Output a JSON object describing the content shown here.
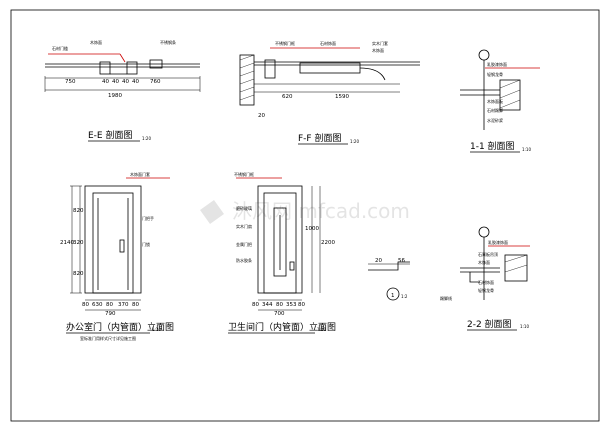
{
  "drawing": {
    "watermark": "沐风网 mfcad.com"
  },
  "ee": {
    "title": "E-E 剖面图",
    "scale": "1:20",
    "dims": [
      "750",
      "40",
      "40",
      "40",
      "40",
      "760"
    ],
    "total": "1980",
    "notes": [
      "石材门槛",
      "木饰面",
      "不锈钢条"
    ]
  },
  "ff": {
    "title": "F-F 剖面图",
    "scale": "1:20",
    "dims": [
      "20",
      "620",
      "1590"
    ],
    "notes": [
      "不锈钢门框",
      "石材饰面",
      "实木门套",
      "木饰面"
    ]
  },
  "s11": {
    "title": "1-1 剖面图",
    "scale": "1:10",
    "notes": [
      "乳胶漆饰面",
      "轻钢龙骨",
      "木饰面板",
      "石材踢脚",
      "水泥砂浆"
    ]
  },
  "office": {
    "title": "办公室门（内管面）立面图",
    "scale": "1:20",
    "subtitle": "室标准门用样式尺寸详见施工图",
    "dims_bottom": [
      "80",
      "630",
      "80",
      "370",
      "80"
    ],
    "total_width": "790",
    "dims_side": [
      "2140",
      "820",
      "320",
      "820"
    ],
    "notes": [
      "木饰面门套",
      "门把手",
      "门锁"
    ]
  },
  "wc": {
    "title": "卫生间门（内管面）立面图",
    "scale": "1:20",
    "dims_bottom": [
      "80",
      "344",
      "80",
      "353",
      "80"
    ],
    "total_width": "700",
    "dims_side": [
      "2200",
      "1000"
    ],
    "notes": [
      "不锈钢门框",
      "磨砂玻璃",
      "实木门扇",
      "金属门把",
      "防水胶条"
    ]
  },
  "detail": {
    "dims": [
      "20",
      "56"
    ],
    "callout": "1",
    "callout_scale": "1:2"
  },
  "s22": {
    "title": "2-2 剖面图",
    "scale": "1:10",
    "notes": [
      "乳胶漆饰面",
      "石膏板吊顶",
      "木饰面",
      "石材饰面",
      "轻钢龙骨",
      "踢脚线"
    ]
  }
}
